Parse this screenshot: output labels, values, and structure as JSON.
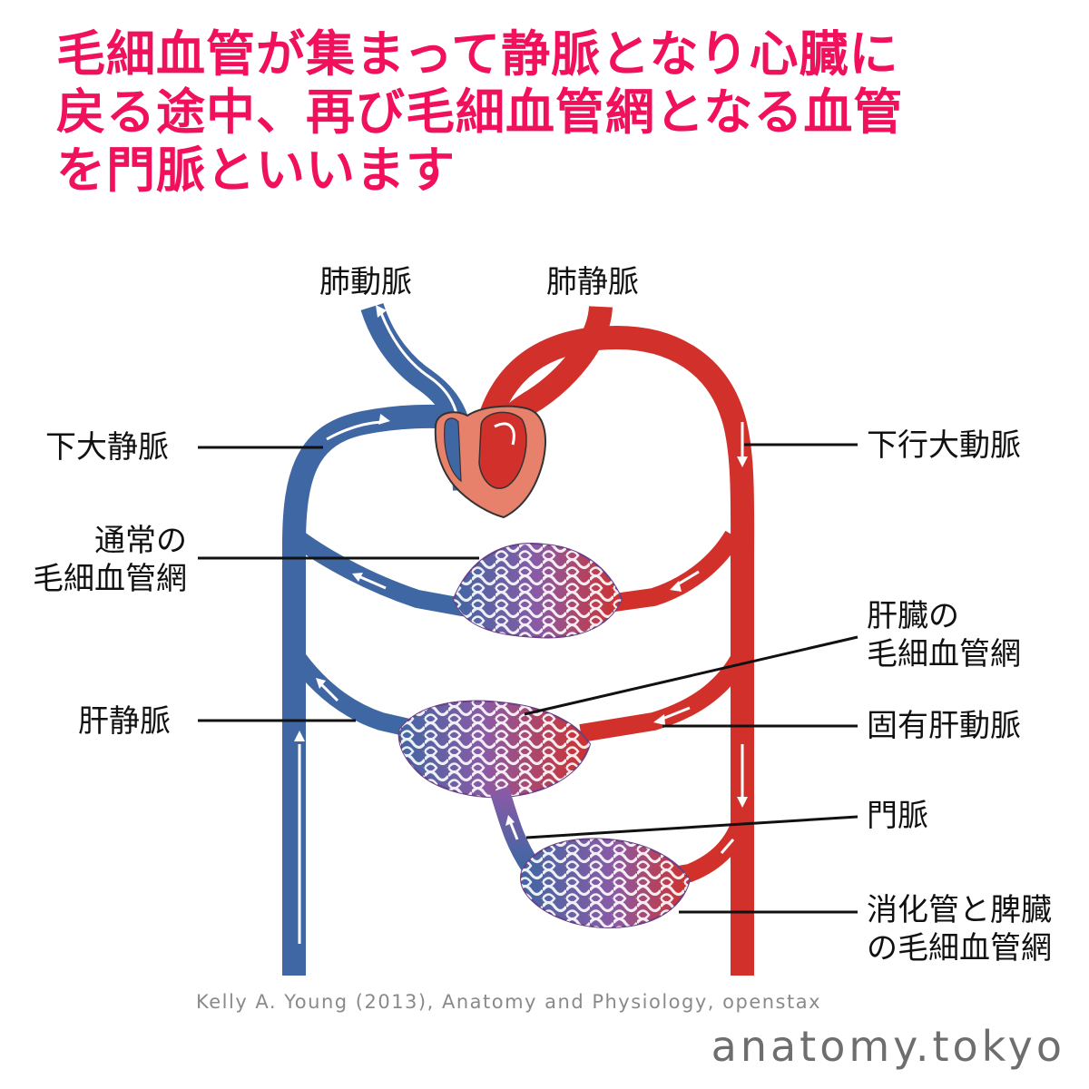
{
  "headline": {
    "line1": "毛細血管が集まって静脈となり心臓に",
    "line2": "戻る途中、再び毛細血管網となる血管",
    "line3": "を門脈といいます"
  },
  "labels": {
    "pulmonary_artery": "肺動脈",
    "pulmonary_vein": "肺静脈",
    "inferior_vena_cava": "下大静脈",
    "descending_aorta": "下行大動脈",
    "normal_capillary_line1": "通常の",
    "normal_capillary_line2": "毛細血管網",
    "liver_capillary_line1": "肝臓の",
    "liver_capillary_line2": "毛細血管網",
    "hepatic_vein": "肝静脈",
    "hepatic_artery": "固有肝動脈",
    "portal_vein": "門脈",
    "gut_spleen_line1": "消化管と脾臓",
    "gut_spleen_line2": "の毛細血管網"
  },
  "credit": "Kelly A. Young (2013), Anatomy and Physiology, openstax",
  "site": "anatomy.tokyo",
  "colors": {
    "headline": "#f0105c",
    "vein": "#3f67a3",
    "artery": "#d2302b",
    "capillary": "#8b5aa6",
    "heart": "#e8816c",
    "leader_line": "#111111"
  }
}
